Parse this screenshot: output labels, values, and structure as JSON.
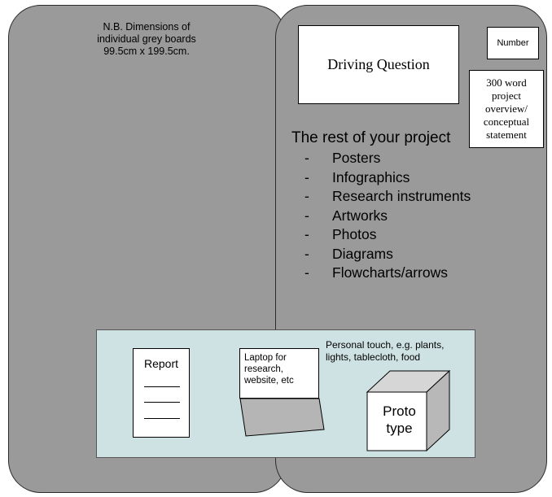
{
  "note": {
    "line1": "N.B. Dimensions of",
    "line2": "individual grey boards",
    "line3": "99.5cm x 199.5cm."
  },
  "driving_question": "Driving Question",
  "number_label": "Number",
  "overview_text": "300 word project overview/ conceptual statement",
  "rest": {
    "title": "The rest of your project",
    "items": [
      "Posters",
      "Infographics",
      "Research instruments",
      "Artworks",
      "Photos",
      "Diagrams",
      "Flowcharts/arrows"
    ],
    "bullet": "-"
  },
  "table": {
    "report_label": "Report",
    "laptop_text": "Laptop for research, website, etc",
    "personal_touch": "Personal touch, e.g. plants, lights, tablecloth, food",
    "prototype_line1": "Proto",
    "prototype_line2": "type"
  },
  "colors": {
    "board": "#9a9a9a",
    "table": "#cfe2e3",
    "laptop_base": "#b5b5b5",
    "cube_side": "#b8b8b8",
    "cube_top": "#d6d6d6"
  }
}
